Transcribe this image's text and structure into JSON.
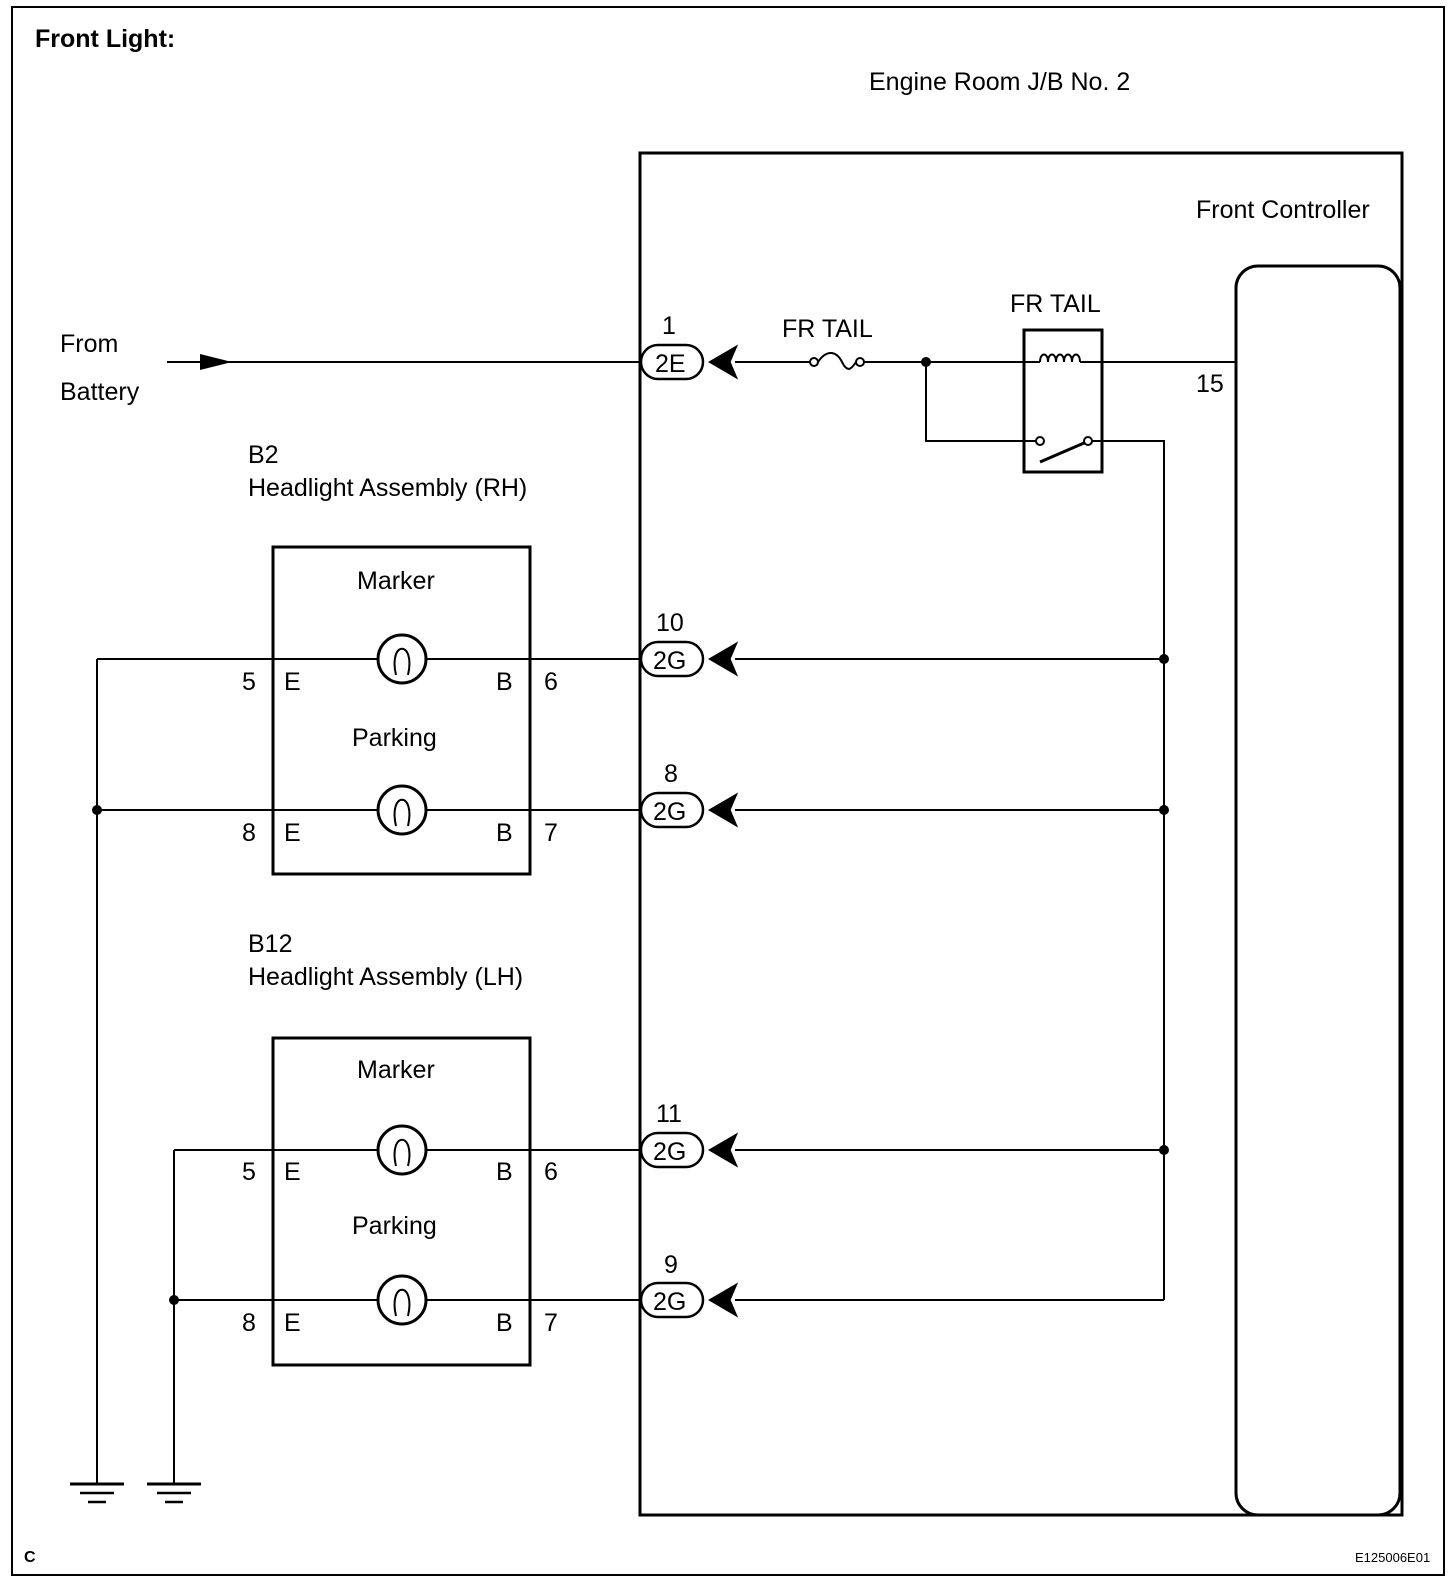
{
  "title": "Front Light:",
  "jb_label": "Engine Room J/B No. 2",
  "controller_label": "Front Controller",
  "battery": {
    "line1": "From",
    "line2": "Battery"
  },
  "fuse_label": "FR TAIL",
  "relay_label": "FR TAIL",
  "controller_pin": "15",
  "connectors": [
    {
      "pin": "1",
      "code": "2E"
    },
    {
      "pin": "10",
      "code": "2G"
    },
    {
      "pin": "8",
      "code": "2G"
    },
    {
      "pin": "11",
      "code": "2G"
    },
    {
      "pin": "9",
      "code": "2G"
    }
  ],
  "rh": {
    "id": "B2",
    "name": "Headlight Assembly (RH)",
    "marker": "Marker",
    "parking": "Parking",
    "pins": {
      "m_left": "5",
      "m_right": "6",
      "p_left": "8",
      "p_right": "7"
    },
    "terms": {
      "left": "E",
      "right": "B"
    }
  },
  "lh": {
    "id": "B12",
    "name": "Headlight Assembly (LH)",
    "marker": "Marker",
    "parking": "Parking",
    "pins": {
      "m_left": "5",
      "m_right": "6",
      "p_left": "8",
      "p_right": "7"
    },
    "terms": {
      "left": "E",
      "right": "B"
    }
  },
  "footer": {
    "left": "C",
    "right": "E125006E01"
  }
}
